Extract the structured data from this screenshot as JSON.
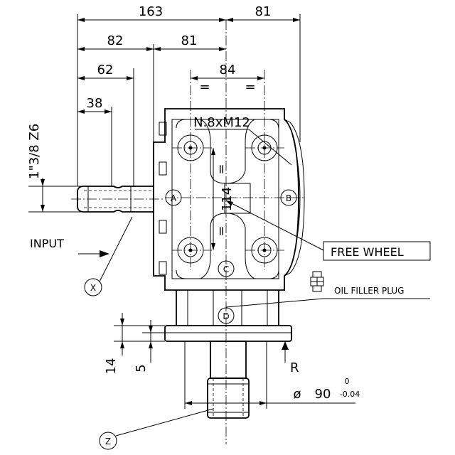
{
  "dimensions": {
    "overall_left": "163",
    "overall_right": "81",
    "d82": "82",
    "d81": "81",
    "d62": "62",
    "d84": "84",
    "d38": "38",
    "eq": "=",
    "thread": "1\"3/8 Z6",
    "bolts": "N.8xM12",
    "center_114": "114",
    "d14": "14",
    "d5": "5",
    "dia_symbol": "ø",
    "dia_value": "90",
    "tol_upper": "0",
    "tol_lower": "-0.04"
  },
  "labels": {
    "input": "INPUT",
    "free_wheel": "FREE WHEEL",
    "oil_filler_plug": "OIL FILLER PLUG",
    "rotation": "R",
    "A": "A",
    "B": "B",
    "C": "C",
    "D": "D",
    "X": "X",
    "Z": "Z"
  }
}
